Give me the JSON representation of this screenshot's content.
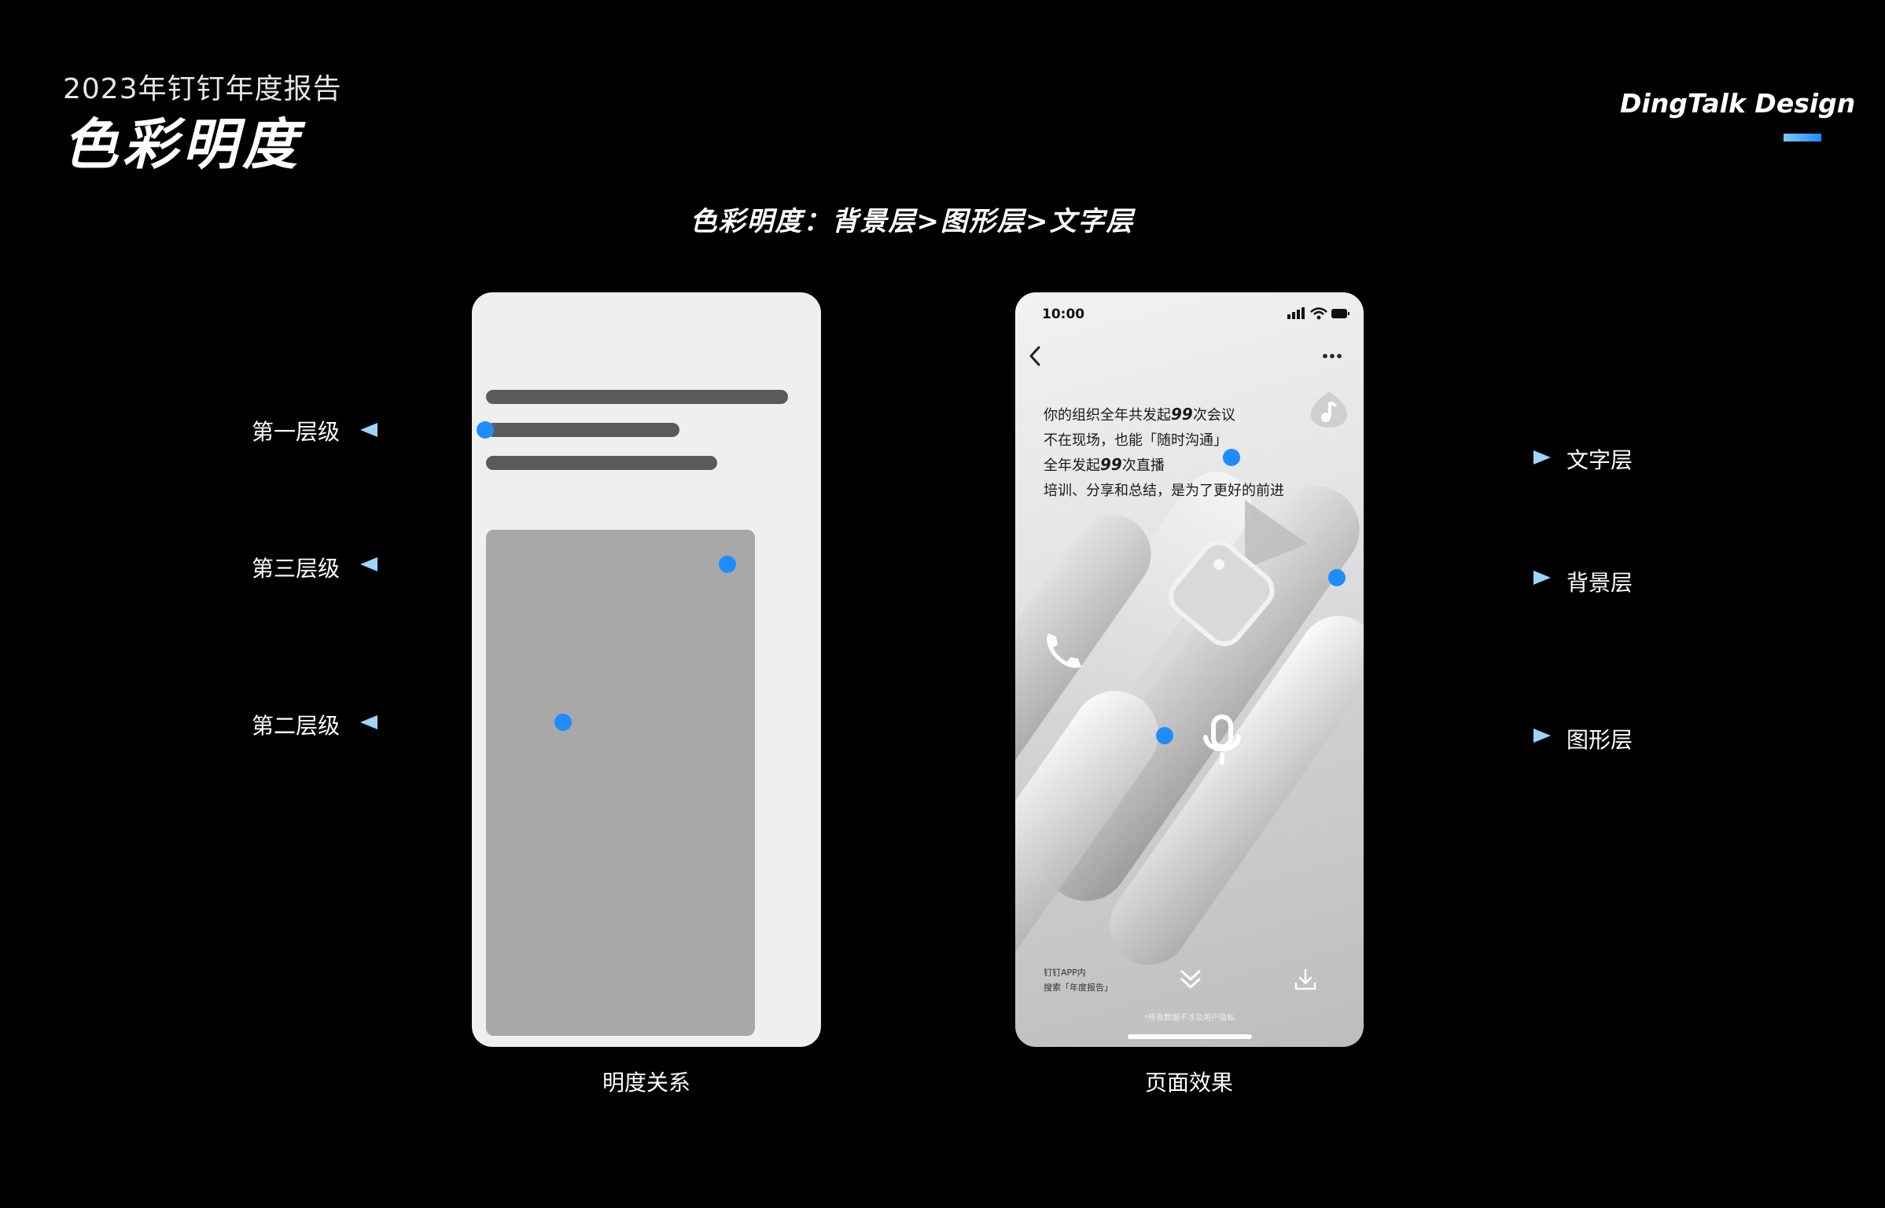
{
  "header": {
    "subtitle": "2023年钉钉年度报告",
    "title": "色彩明度",
    "brand": "DingTalk Design",
    "heading": "色彩明度：背景层>图形层>文字层"
  },
  "left_panel": {
    "caption": "明度关系",
    "labels": {
      "level1": "第一层级",
      "level3": "第三层级",
      "level2": "第二层级"
    }
  },
  "right_panel": {
    "caption": "页面效果",
    "labels": {
      "text_layer": "文字层",
      "background_layer": "背景层",
      "graphic_layer": "图形层"
    }
  },
  "phone": {
    "status_time": "10:00",
    "lines": [
      {
        "pre": "你的组织全年共发起",
        "num": "99",
        "post": "次会议"
      },
      {
        "pre": "不在现场，也能「随时沟通」",
        "num": "",
        "post": ""
      },
      {
        "pre": "全年发起",
        "num": "99",
        "post": "次直播"
      },
      {
        "pre": "培训、分享和总结，是为了更好的前进",
        "num": "",
        "post": ""
      }
    ],
    "footer_line1": "钉钉APP内",
    "footer_line2": "搜索「年度报告」",
    "disclaimer": "*所有数据不涉及用户隐私"
  },
  "colors": {
    "accent": "#1e8cff",
    "accent_light": "#9fd4ff",
    "background": "#000000",
    "wire_bg": "#efefef",
    "wire_text": "#5a5a5a",
    "wire_block": "#a8a8a8"
  },
  "icons": {
    "back": "chevron-left-icon",
    "more": "more-dots-icon",
    "music": "music-note-icon",
    "phone": "phone-icon",
    "mic": "microphone-icon",
    "play": "play-icon",
    "scroll": "double-chevron-down-icon",
    "download": "download-icon"
  }
}
